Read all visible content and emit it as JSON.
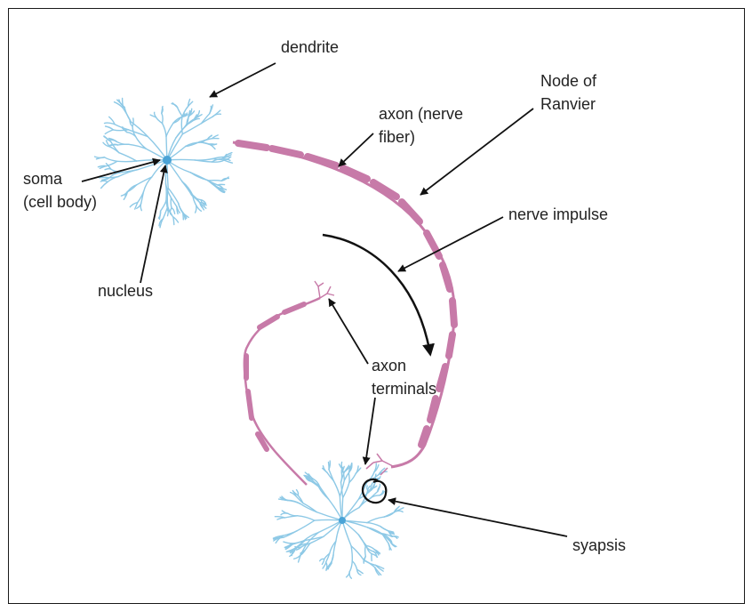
{
  "labels": {
    "dendrite": "dendrite",
    "node_of_ranvier_1": "Node of",
    "node_of_ranvier_2": "Ranvier",
    "axon_1": "axon (nerve",
    "axon_2": "fiber)",
    "soma_1": "soma",
    "soma_2": "(cell body)",
    "nerve_impulse": "nerve impulse",
    "nucleus": "nucleus",
    "axon_terminals_1": "axon",
    "axon_terminals_2": "terminals",
    "synapsis": "syapsis"
  },
  "colors": {
    "dendrite": "#8ec9e6",
    "axon": "#c77aa8",
    "arrow": "#111111",
    "frame": "#1a1a1a"
  }
}
